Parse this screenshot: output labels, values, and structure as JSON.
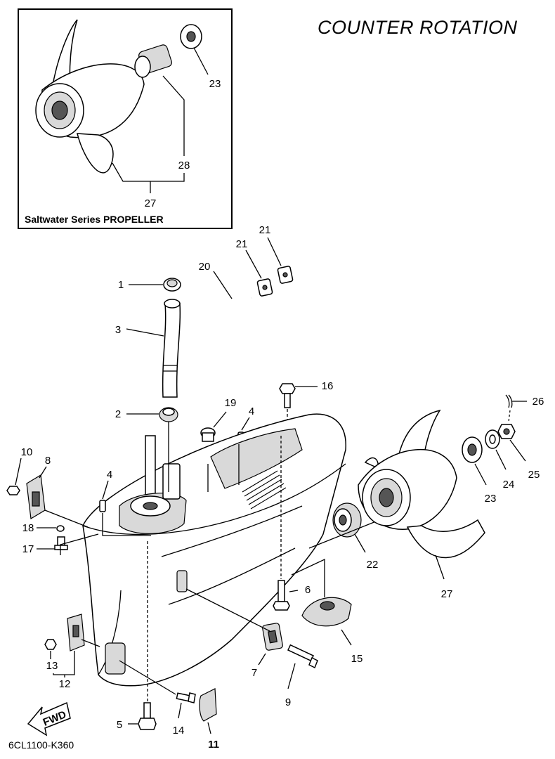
{
  "header": {
    "title": "COUNTER ROTATION"
  },
  "inset": {
    "caption": "Saltwater Series PROPELLER"
  },
  "footer": {
    "code": "6CL1100-K360"
  },
  "fwd_label": "FWD",
  "callouts": {
    "c1": "1",
    "c2": "2",
    "c3": "3",
    "c4a": "4",
    "c4b": "4",
    "c5": "5",
    "c6": "6",
    "c7": "7",
    "c8": "8",
    "c9": "9",
    "c10": "10",
    "c11": "11",
    "c12": "12",
    "c13": "13",
    "c14": "14",
    "c15": "15",
    "c16": "16",
    "c17": "17",
    "c18": "18",
    "c19": "19",
    "c20": "20",
    "c21a": "21",
    "c21b": "21",
    "c22": "22",
    "c23a": "23",
    "c23b": "23",
    "c24": "24",
    "c25": "25",
    "c26": "26",
    "c27a": "27",
    "c27b": "27",
    "c28": "28"
  }
}
